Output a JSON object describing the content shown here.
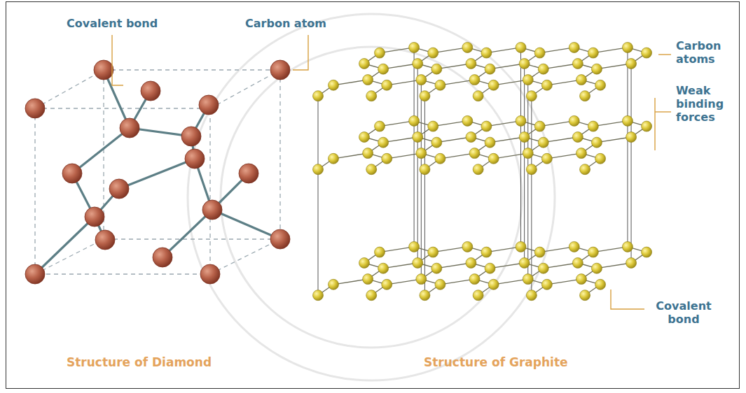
{
  "diagram": {
    "labels": [
      "Covalent bond",
      "Carbon atom",
      "Carbon atoms",
      "Weak binding forces",
      "Covalent bond",
      "Structure of Diamond",
      "Structure of Graphite"
    ]
  }
}
